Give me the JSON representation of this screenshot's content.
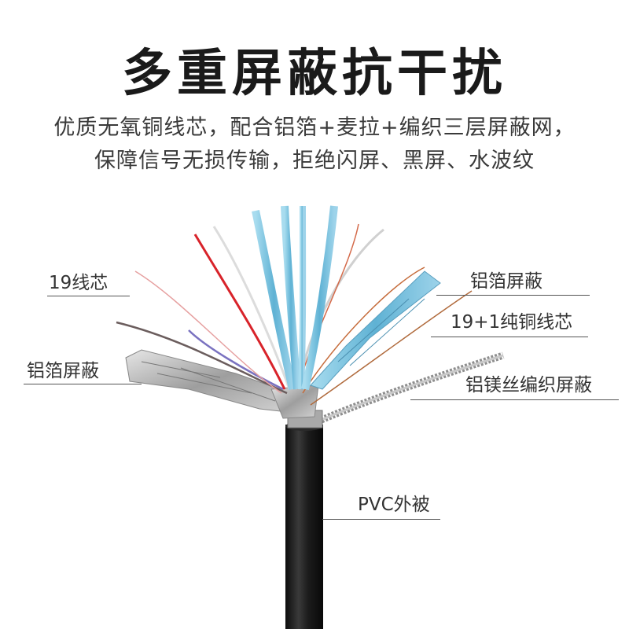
{
  "title": "多重屏蔽抗干扰",
  "subtitle_line1": "优质无氧铜线芯，配合铝箔+麦拉+编织三层屏蔽网，",
  "subtitle_line2": "保障信号无损传输，拒绝闪屏、黑屏、水波纹",
  "labels": {
    "cores": "19线芯",
    "foil_left": "铝箔屏蔽",
    "foil_right": "铝箔屏蔽",
    "copper": "19+1纯铜线芯",
    "braid": "铝镁丝编织屏蔽",
    "jacket": "PVC外被"
  },
  "colors": {
    "jacket": "#1c1c1c",
    "foil_blue": "#7ec3df",
    "foil_silver": "#b8b8b8",
    "wire_red": "#d8232a"
  }
}
